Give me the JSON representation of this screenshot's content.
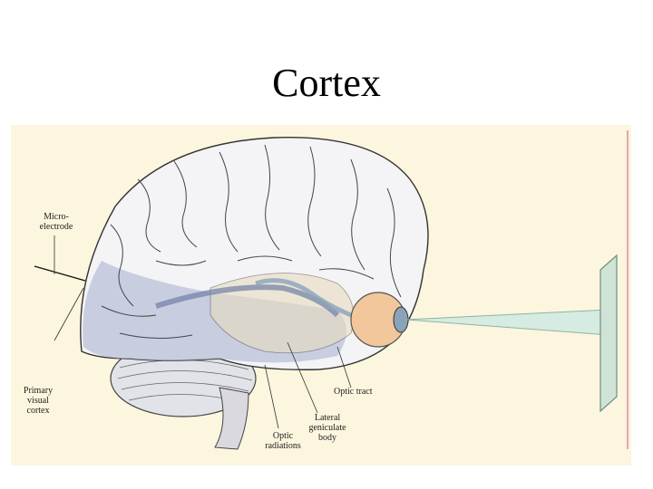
{
  "slide": {
    "title": "Cortex"
  },
  "labels": {
    "microelectrode": "Micro-\nelectrode",
    "primary_visual_cortex": "Primary\nvisual\ncortex",
    "optic_radiations": "Optic\nradiations",
    "lateral_geniculate_body": "Lateral\ngeniculate\nbody",
    "optic_tract": "Optic tract"
  },
  "colors": {
    "panel": "#fbf6dd",
    "brain_shade": "#b9c2d8",
    "eye": "#f1c79b",
    "beam": "#d6ebe2",
    "screen": "#cfe3d6"
  }
}
